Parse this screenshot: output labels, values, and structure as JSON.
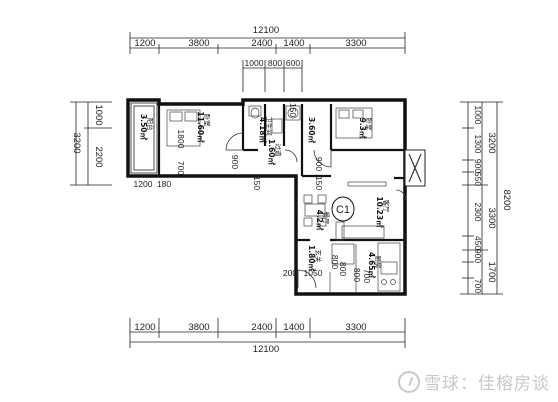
{
  "dimensions": {
    "top_total": "12100",
    "top_segments": [
      "1200",
      "3800",
      "2400",
      "1400",
      "3300"
    ],
    "top_sub": [
      "1000",
      "800",
      "600"
    ],
    "bottom_total": "12100",
    "bottom_segments": [
      "1200",
      "3800",
      "2400",
      "1400",
      "3300"
    ],
    "left_outer": "3200",
    "left_inner": [
      "1000",
      "2200"
    ],
    "right_outer": "8200",
    "right_mid": [
      "3200",
      "3300",
      "1700"
    ],
    "right_inner": [
      "1000",
      "1300",
      "900",
      "550",
      "2300",
      "450",
      "900",
      "700"
    ],
    "interior": [
      "1800",
      "700",
      "900",
      "150",
      "150",
      "900",
      "150",
      "1200",
      "180",
      "200",
      "1050",
      "800",
      "800",
      "700",
      "800"
    ]
  },
  "rooms": [
    {
      "name": "卧室",
      "area": "11.60㎡"
    },
    {
      "name": "阳台",
      "area": "3.50㎡"
    },
    {
      "name": "卫生间",
      "area": "4.18㎡"
    },
    {
      "name": "过道",
      "area": "1.60㎡"
    },
    {
      "name": "",
      "area": "3.60㎡"
    },
    {
      "name": "卧室",
      "area": "9.3㎡"
    },
    {
      "name": "客厅",
      "area": "10.23㎡"
    },
    {
      "name": "餐厅",
      "area": "4.2㎡"
    },
    {
      "name": "玄关",
      "area": "1.80㎡"
    },
    {
      "name": "厨房",
      "area": "4.65㎡"
    }
  ],
  "badge": "C1",
  "watermark": "雪球：佳榕房谈"
}
